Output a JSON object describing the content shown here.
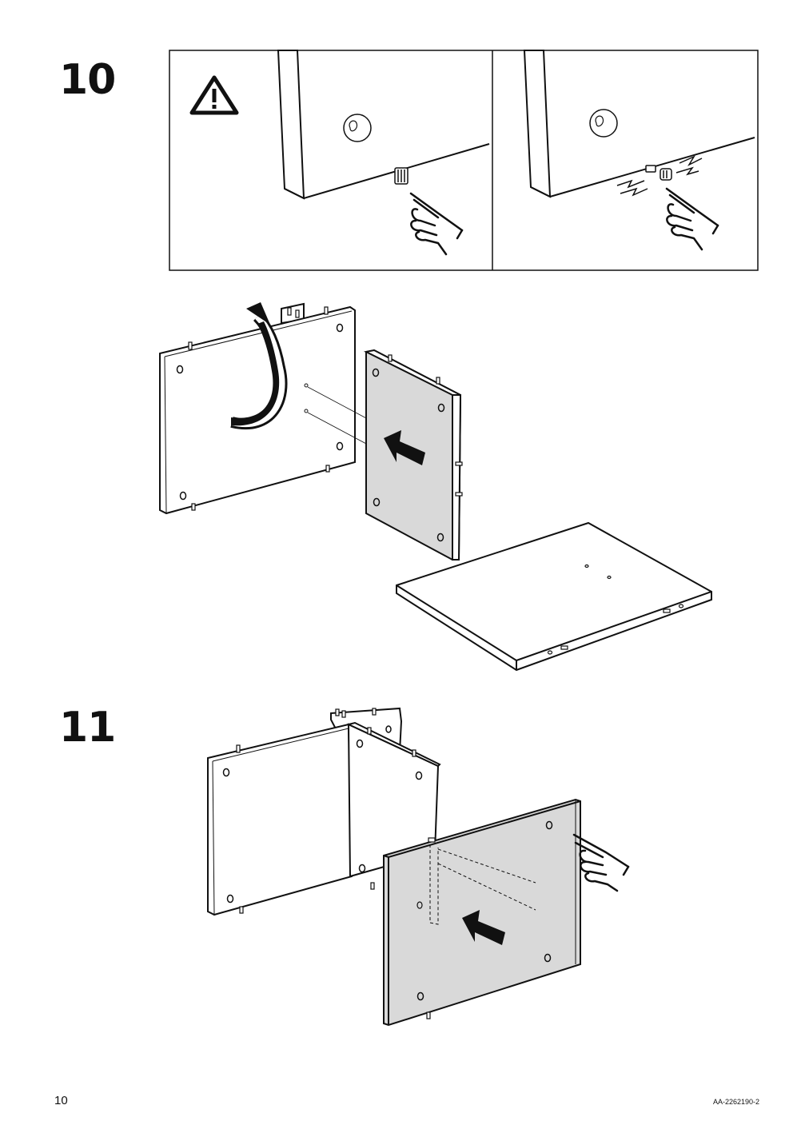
{
  "steps": [
    {
      "number": "10"
    },
    {
      "number": "11"
    }
  ],
  "footer": {
    "page_number": "10",
    "document_code": "AA-2262190-2"
  },
  "icons": {
    "warning": "warning-triangle-icon",
    "hand": "pressing-hand-icon",
    "arrow_push": "push-arrow-icon",
    "arrow_rotate": "rotate-arrow-icon"
  },
  "colors": {
    "line": "#111111",
    "panel_fill": "#ffffff",
    "highlight_panel": "#d9d9d9"
  }
}
